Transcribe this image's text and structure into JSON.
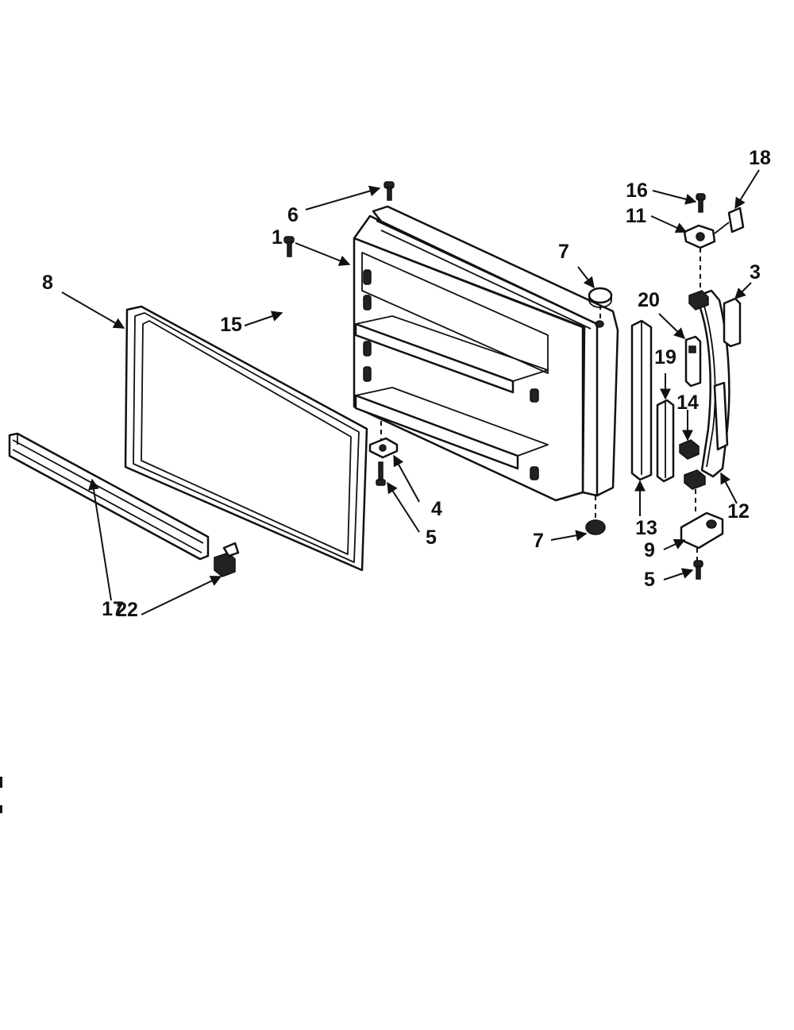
{
  "callouts": [
    {
      "id": "c1",
      "text": "1"
    },
    {
      "id": "c3",
      "text": "3"
    },
    {
      "id": "c4",
      "text": "4"
    },
    {
      "id": "c5a",
      "text": "5"
    },
    {
      "id": "c5b",
      "text": "5"
    },
    {
      "id": "c6",
      "text": "6"
    },
    {
      "id": "c7a",
      "text": "7"
    },
    {
      "id": "c7b",
      "text": "7"
    },
    {
      "id": "c8",
      "text": "8"
    },
    {
      "id": "c9",
      "text": "9"
    },
    {
      "id": "c11",
      "text": "11"
    },
    {
      "id": "c12",
      "text": "12"
    },
    {
      "id": "c13",
      "text": "13"
    },
    {
      "id": "c14",
      "text": "14"
    },
    {
      "id": "c15",
      "text": "15"
    },
    {
      "id": "c16",
      "text": "16"
    },
    {
      "id": "c17",
      "text": "17"
    },
    {
      "id": "c18",
      "text": "18"
    },
    {
      "id": "c19",
      "text": "19"
    },
    {
      "id": "c20",
      "text": "20"
    },
    {
      "id": "c22",
      "text": "22"
    }
  ]
}
